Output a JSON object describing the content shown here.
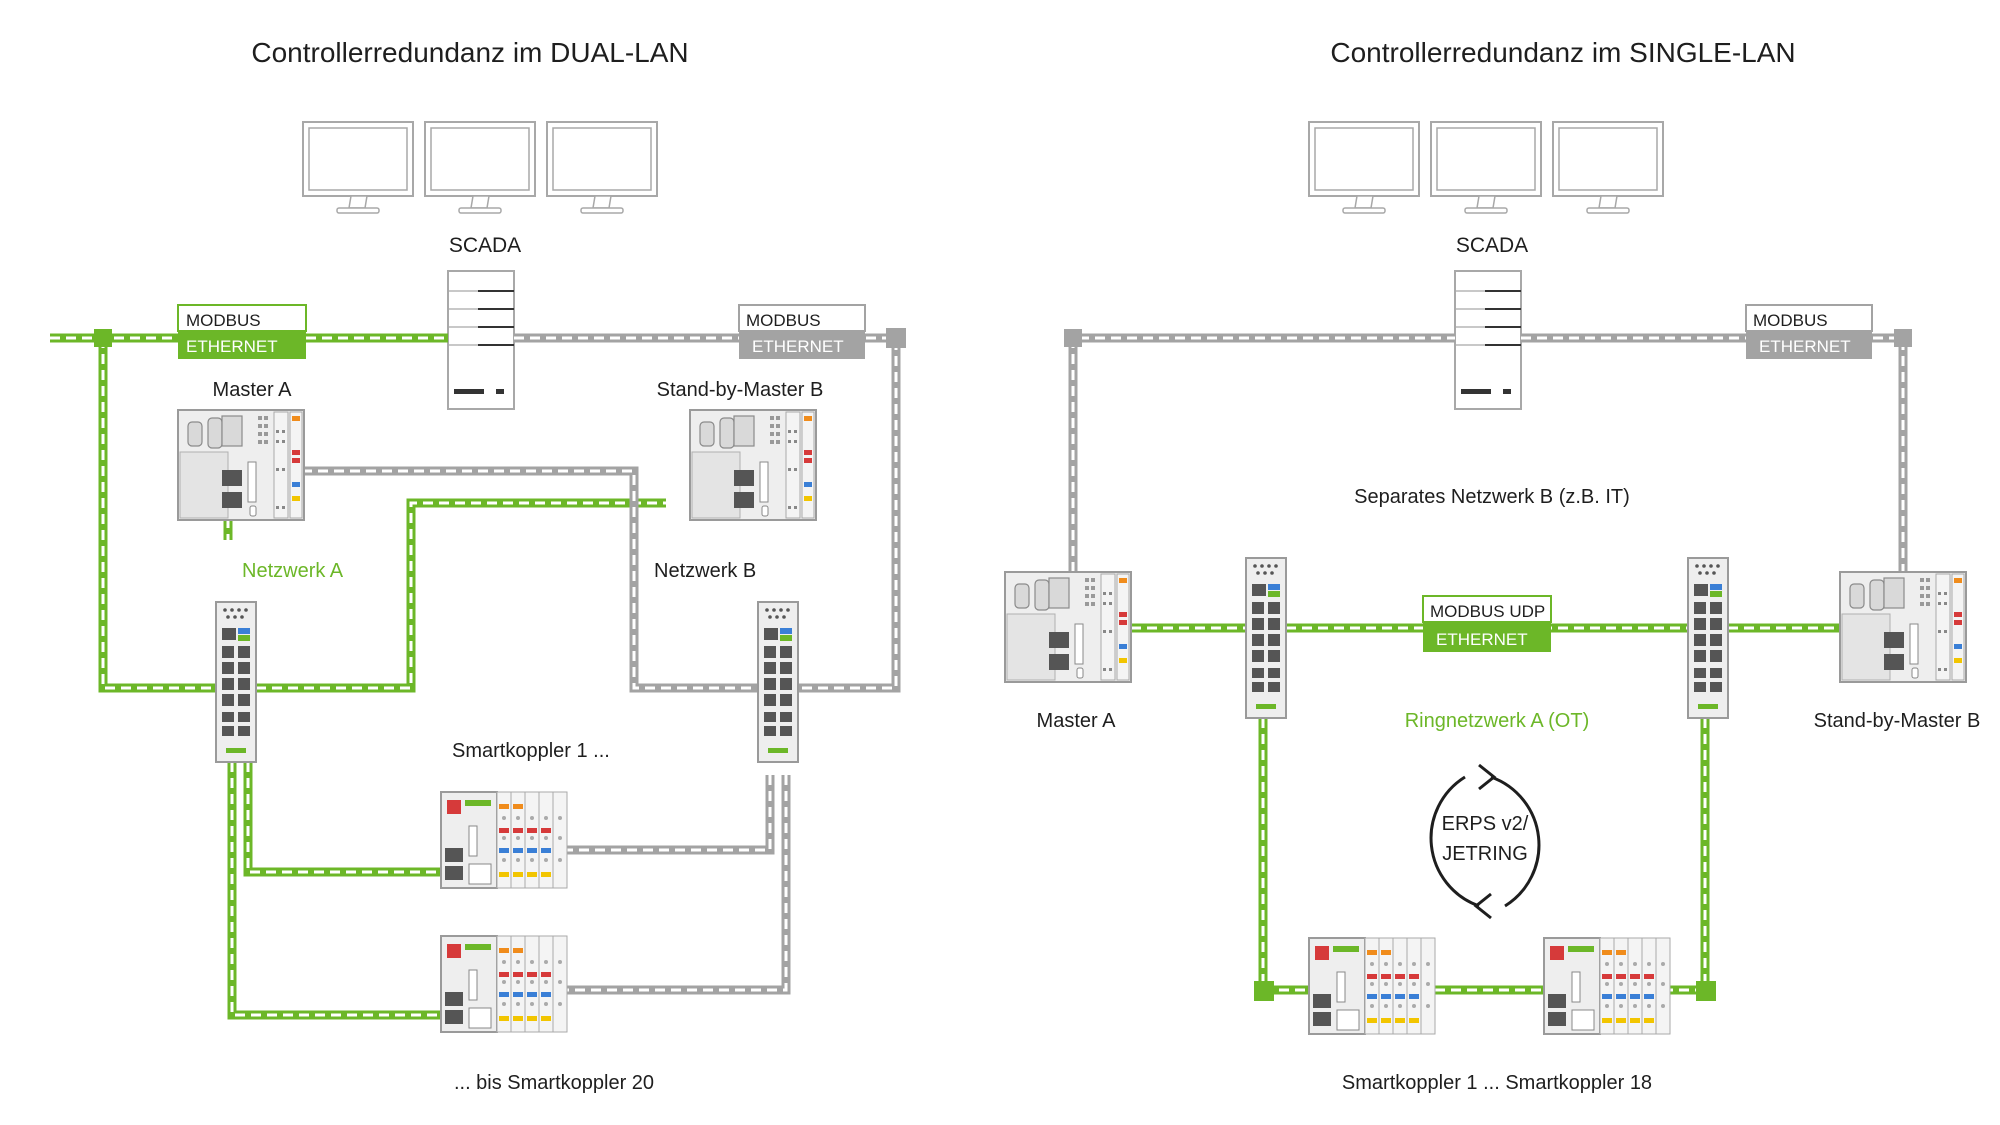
{
  "colors": {
    "green": "#6cb728",
    "gray": "#a3a3a3",
    "text": "#1e1e1e",
    "device": "#efefef",
    "deviceEdge": "#9a9a9a"
  },
  "dual": {
    "title": "Controllerredundanz im DUAL-LAN",
    "scada": "SCADA",
    "protocol_green": {
      "top": "MODBUS",
      "bottom": "ETHERNET"
    },
    "protocol_gray": {
      "top": "MODBUS",
      "bottom": "ETHERNET"
    },
    "master_a": "Master A",
    "standby_master_b": "Stand-by-Master B",
    "network_a": "Netzwerk A",
    "network_b": "Netzwerk B",
    "smartkoppler_first": "Smartkoppler 1 ...",
    "smartkoppler_last": "... bis Smartkoppler 20"
  },
  "single": {
    "title": "Controllerredundanz im SINGLE-LAN",
    "scada": "SCADA",
    "protocol_gray": {
      "top": "MODBUS",
      "bottom": "ETHERNET"
    },
    "separate_network": "Separates Netzwerk B (z.B. IT)",
    "protocol_green": {
      "top": "MODBUS UDP",
      "bottom": "ETHERNET"
    },
    "master_a": "Master A",
    "standby_master_b": "Stand-by-Master B",
    "ring_network": "Ringnetzwerk A (OT)",
    "ring_protocol": {
      "line1": "ERPS v2/",
      "line2": "JETRING"
    },
    "smartkoppler_range": "Smartkoppler 1 ... Smartkoppler 18"
  }
}
